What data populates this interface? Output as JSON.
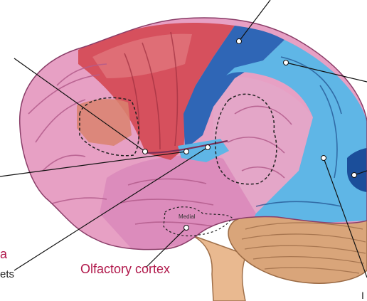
{
  "diagram": {
    "regions": [
      {
        "id": "prefrontal",
        "color": "#e7a0c4"
      },
      {
        "id": "motor",
        "color": "#d6505d"
      },
      {
        "id": "somatosensory",
        "color": "#2f66b6"
      },
      {
        "id": "visual-association",
        "color": "#5fb6e6"
      },
      {
        "id": "primary-visual",
        "color": "#1b4e9a"
      },
      {
        "id": "temporal",
        "color": "#dc8cbc"
      },
      {
        "id": "cerebellum",
        "color": "#d9a57a"
      },
      {
        "id": "brainstem",
        "color": "#e9b990"
      }
    ],
    "medial_tag": "Medial",
    "olfactory_label": "Olfactory cortex",
    "cut_label_a": "a",
    "cut_label_ets": "ets",
    "cut_label_bottom_right": "I"
  }
}
